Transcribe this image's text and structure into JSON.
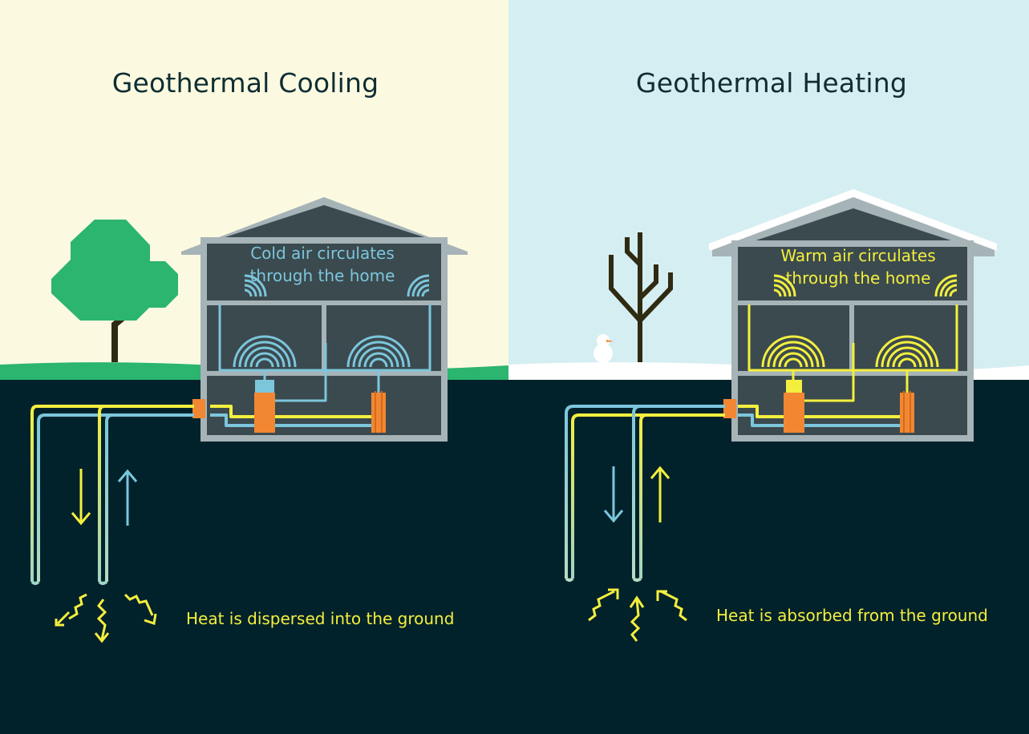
{
  "panels": {
    "cooling": {
      "title": "Geothermal Cooling",
      "air_line1": "Cold air circulates",
      "air_line2": "through the home",
      "ground_caption": "Heat is dispersed into the ground"
    },
    "heating": {
      "title": "Geothermal Heating",
      "air_line1": "Warm air circulates",
      "air_line2": "through the home",
      "ground_caption": "Heat is absorbed from the ground"
    }
  },
  "colors": {
    "cooling_sky": "#fbfae0",
    "heating_sky": "#d5eef1",
    "ground": "#02222b",
    "cold_pipe": "#7cc6dc",
    "warm_pipe": "#f4ef3e",
    "heat_pump": "#f18732",
    "house_interior": "#3b4a4f",
    "house_frame": "#a6b3b7",
    "tree": "#2bb56e",
    "snow": "#ffffff",
    "grass": "#2bb56e"
  },
  "icons": [
    "deciduous-tree-icon",
    "bare-tree-icon",
    "snowman-icon",
    "heat-wave-icon",
    "air-vent-icon"
  ]
}
